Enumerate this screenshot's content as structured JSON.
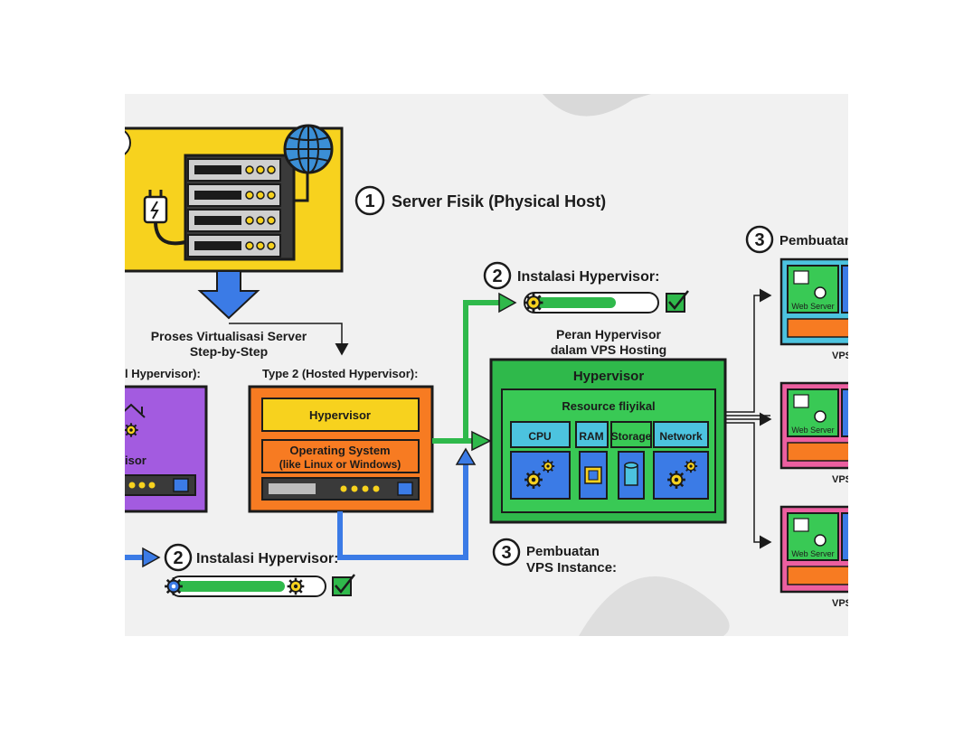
{
  "server_section": {
    "step_number": "1",
    "title": "Server Fisik (Physical Host)"
  },
  "process_section": {
    "title_line1": "Proses Virtualisasi Server",
    "title_line2": "Step-by-Step"
  },
  "type1": {
    "heading": "l Hypervisor):",
    "box_label": "isor"
  },
  "type2": {
    "heading": "Type 2 (Hosted Hypervisor):",
    "hypervisor_label": "Hypervisor",
    "os_line1": "Operating System",
    "os_line2": "(like Linux or Windows)"
  },
  "install_bottom": {
    "step_number": "2",
    "title": "Instalasi Hypervisor:",
    "progress": 0.75
  },
  "install_top": {
    "step_number": "2",
    "title": "Instalasi Hypervisor:",
    "progress": 0.7
  },
  "role_section": {
    "title_line1": "Peran Hypervisor",
    "title_line2": "dalam VPS Hosting",
    "hypervisor_label": "Hypervisor",
    "resource_label": "Resource fliyikal",
    "resources": [
      "CPU",
      "RAM",
      "Storage",
      "Network"
    ]
  },
  "vps_creation_bottom": {
    "step_number": "3",
    "title_line1": "Pembuatan",
    "title_line2": "VPS Instance:"
  },
  "vps_creation_top": {
    "step_number": "3",
    "title": "Pembuatan"
  },
  "vps_instances": [
    {
      "web_label": "Web Server",
      "caption": "VPS"
    },
    {
      "web_label": "Web Server",
      "caption": "VPS"
    },
    {
      "web_label": "Web Server",
      "caption": "VPS"
    }
  ],
  "colors": {
    "server_yellow": "#f7d21e",
    "hypervisor_green": "#2fb94b",
    "type2_orange": "#f77b22",
    "type1_purple": "#a35be0",
    "arrow_blue": "#3b7be6",
    "vps_cyan": "#4cc3df",
    "vps_pink": "#ec5fa0"
  },
  "icons": [
    "globe-icon",
    "power-plug-icon",
    "gear-icon",
    "cpu-chip-icon",
    "database-icon",
    "checkmark-icon",
    "house-icon"
  ]
}
